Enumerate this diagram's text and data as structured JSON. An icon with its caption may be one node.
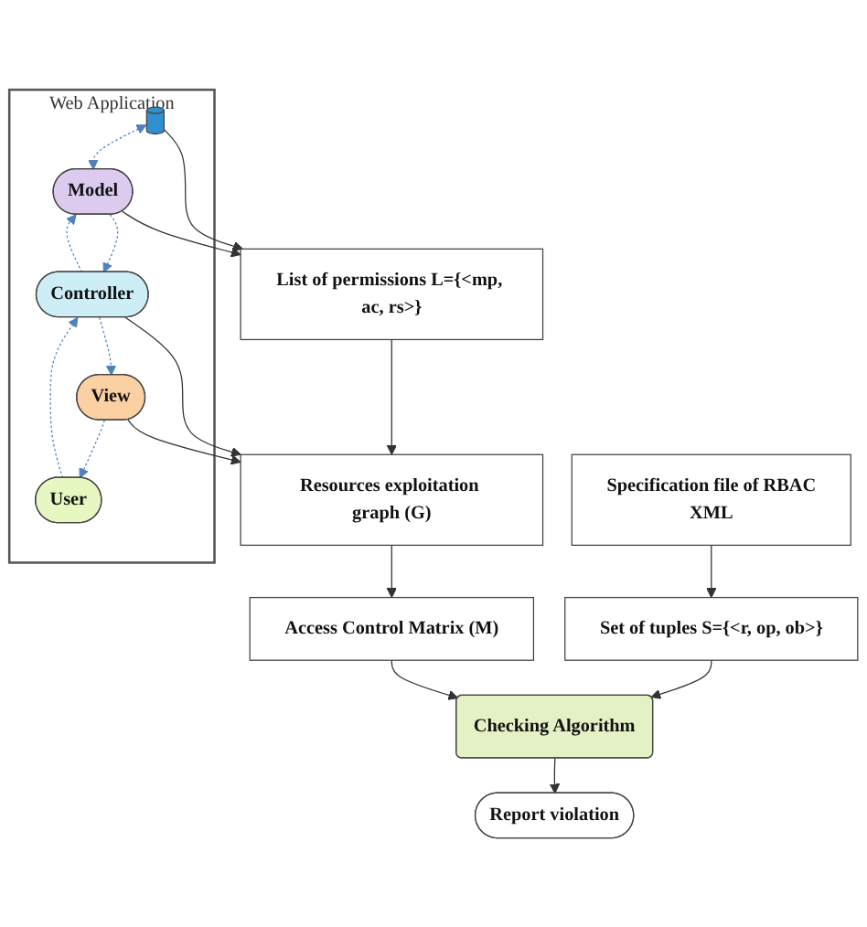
{
  "diagram": {
    "nodes": [
      {
        "text": [
          "Specification file of RBAC",
          "XML"
        ]
      },
      {
        "text": [
          "Web Application"
        ]
      },
      {
        "text": [],
        "shape": "cylinder",
        "in": 1
      },
      {
        "text": [
          "Model"
        ],
        "in": 1
      },
      {
        "text": [
          "Controller"
        ],
        "in": 1
      },
      {
        "text": [
          "View"
        ],
        "in": 1
      },
      {
        "text": [
          "User"
        ],
        "in": 1
      },
      {
        "text": [
          "List of permissions L={<mp, ac, rs>}"
        ]
      },
      {
        "text": [
          "Set of tuples S={<r, op, ob>}"
        ]
      },
      {
        "text": [
          "Resources exploitation graph (G)"
        ]
      },
      {
        "text": [
          "Access Control Matrix (M)"
        ]
      },
      {
        "text": [
          "Checking Algorithm"
        ]
      },
      {
        "text": [
          "Report violation"
        ]
      }
    ],
    "edges": [
      {
        "from": 2,
        "to": 3,
        "arrow": "both",
        "style": "dashed",
        "color": "#4f81bd"
      },
      {
        "from": 3,
        "to": 4,
        "arrow": "to",
        "style": "dashed",
        "color": "#4f81bd"
      },
      {
        "from": 4,
        "to": 3,
        "arrow": "to",
        "style": "dashed",
        "color": "#4f81bd"
      },
      {
        "from": 4,
        "to": 5,
        "arrow": "to",
        "style": "dashed",
        "color": "#4f81bd"
      },
      {
        "from": 5,
        "to": 6,
        "arrow": "to",
        "style": "dashed",
        "color": "#4f81bd"
      },
      {
        "from": 6,
        "to": 4,
        "arrow": "to",
        "style": "dashed",
        "color": "#4f81bd"
      },
      {
        "from": 0,
        "to": 8,
        "arrow": "to"
      },
      {
        "from": 2,
        "to": 7,
        "arrow": "to"
      },
      {
        "from": 3,
        "to": 7,
        "arrow": "to"
      },
      {
        "from": 4,
        "to": 9,
        "arrow": "to"
      },
      {
        "from": 5,
        "to": 9,
        "arrow": "to"
      },
      {
        "from": 7,
        "to": 9,
        "arrow": "to"
      },
      {
        "from": 9,
        "to": 10,
        "arrow": "to"
      },
      {
        "from": 8,
        "to": 11,
        "arrow": "to"
      },
      {
        "from": 10,
        "to": 11,
        "arrow": "to"
      },
      {
        "from": 11,
        "to": 12,
        "arrow": "to"
      }
    ]
  }
}
